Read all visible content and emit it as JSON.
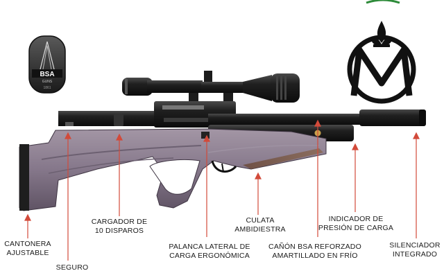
{
  "brand": {
    "logo_main": "BSA",
    "logo_sub": "GUNS",
    "logo_badge": "1861"
  },
  "callouts": {
    "cantonera": [
      "CANTONERA",
      "AJUSTABLE"
    ],
    "seguro": [
      "SEGURO"
    ],
    "cargador": [
      "CARGADOR DE",
      "10 DISPAROS"
    ],
    "palanca": [
      "PALANCA LATERAL DE",
      "CARGA ERGONÓMICA"
    ],
    "culata": [
      "CULATA",
      "AMBIDIESTRA"
    ],
    "canon": [
      "CAÑÓN BSA REFORZADO",
      "AMARTILLADO EN FRÍO"
    ],
    "indicador": [
      "INDICADOR DE",
      "PRESIÓN DE CARGA"
    ],
    "silenciador": [
      "SILENCIADOR",
      "INTEGRADO"
    ]
  },
  "colors": {
    "stock_purple": "#8a7c8c",
    "stock_dark": "#5e5262",
    "metal": "#1c1c1c",
    "pointer": "#d24a3a",
    "logo_green": "#2e8b3a"
  }
}
